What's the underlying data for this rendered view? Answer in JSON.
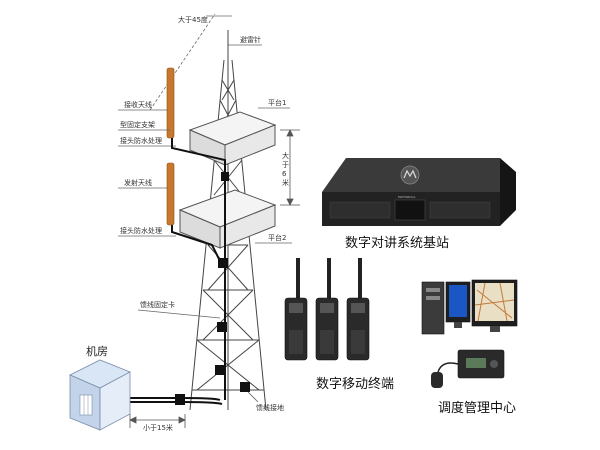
{
  "labels": {
    "angle": "大于45度",
    "lightning_rod": "避雷针",
    "receive_antenna": "接收天线",
    "mount_bracket": "型固定支架",
    "joint_waterproof_1": "接头防水处理",
    "platform_1": "平台1",
    "gap_vertical": "大于6米",
    "transmit_antenna": "发射天线",
    "joint_waterproof_2": "接头防水处理",
    "platform_2": "平台2",
    "feeder_clamp": "馈线固定卡",
    "machine_room": "机房",
    "distance": "小于15米",
    "feeder_ground": "馈线接地"
  },
  "base_station": {
    "title": "数字对讲系统基站",
    "brand": "MOTOROLA"
  },
  "terminals": {
    "title": "数字移动终端"
  },
  "dispatch": {
    "title": "调度管理中心"
  },
  "colors": {
    "antenna": "#c8782c",
    "tower": "#444444",
    "cable": "#111111",
    "device": "#2a2a2a"
  }
}
